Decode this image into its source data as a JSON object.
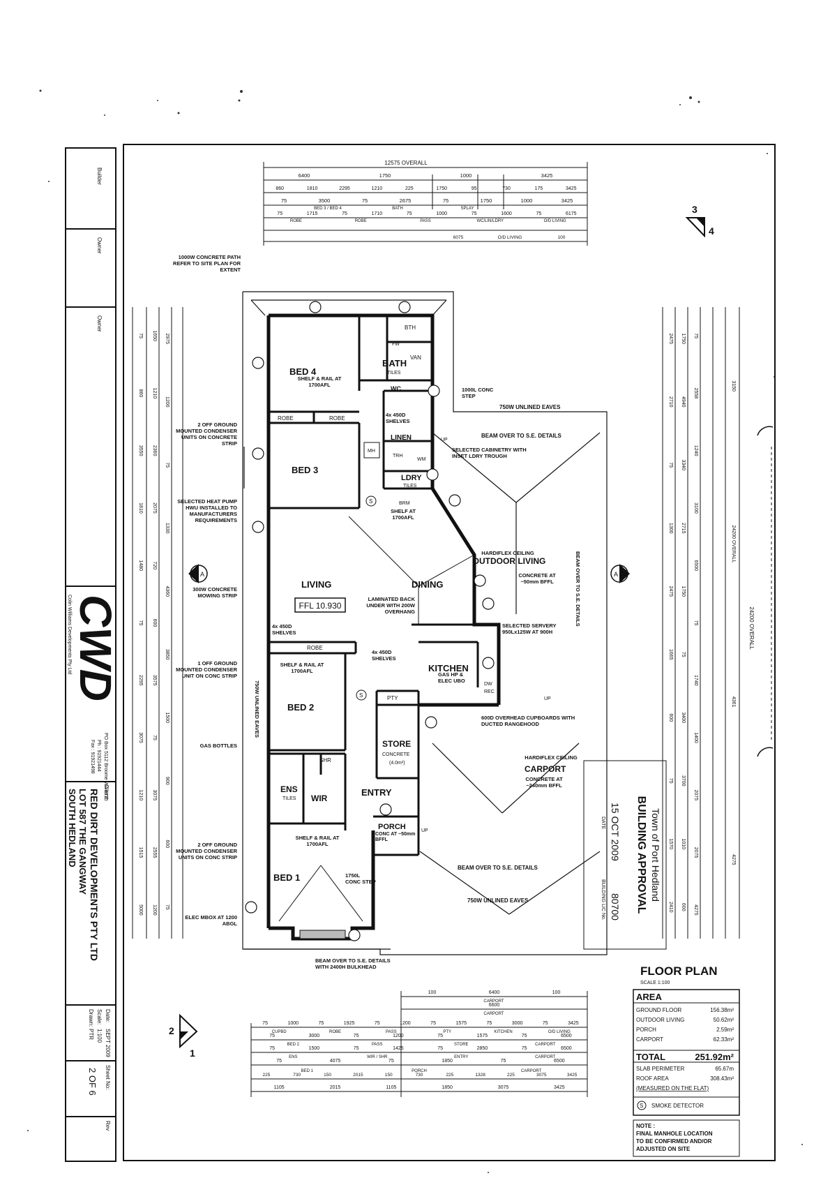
{
  "title_block": {
    "builder_label": "Builder",
    "owner_label": "Owner",
    "owner2_label": "Owner",
    "company_logo_text": "CWD",
    "company_name": "Colin Williams Developments Pty Ltd",
    "company_address": "PO Box 5112 Broome WA 6725",
    "company_ph": "Ph : 91921444",
    "company_fax": "Fax : 91921498",
    "client_label": "Client",
    "client_line1": "RED DIRT DEVELOPMENTS PTY LTD",
    "client_line2": "LOT 587 THE GANGWAY",
    "client_line3": "SOUTH HEDLAND",
    "date_label": "Date:",
    "date_value": "SEPT 2009",
    "scale_label": "Scale:",
    "scale_value": "1:100",
    "drawn_label": "Drawn:",
    "drawn_value": "PTR",
    "sheet_label": "Sheet No:",
    "sheet_value": "2 OF 6",
    "rev_label": "Rev"
  },
  "plan": {
    "overall_top": "12575 OVERALL",
    "overall_right": "24200 OVERALL",
    "rooms": {
      "bed4": "BED 4",
      "bath": "BATH",
      "bath_tiles": "TILES",
      "bth": "BTH",
      "van": "VAN",
      "wc": "WC",
      "bed3": "BED 3",
      "linen": "LINEN",
      "ldry": "LDRY",
      "ldry_tiles": "TILES",
      "living": "LIVING",
      "dining": "DINING",
      "kitchen": "KITCHEN",
      "bed2": "BED 2",
      "store": "STORE",
      "store_conc": "CONCRETE",
      "store_area": "(4.0m²)",
      "ens": "ENS",
      "ens_tiles": "TILES",
      "wir": "WIR",
      "entry": "ENTRY",
      "porch": "PORCH",
      "bed1": "BED 1",
      "outdoor_living": "OUTDOOR LIVING",
      "carport": "CARPORT",
      "robe": "ROBE",
      "pty": "PTY",
      "shr": "SHR",
      "mh": "MH",
      "brm": "BRM",
      "wm": "WM",
      "trough": "TRH"
    },
    "ffl": "FFL 10.930",
    "notes": {
      "path": "1000W CONCRETE PATH REFER TO SITE PLAN FOR EXTENT",
      "condenser_top": "2 OFF GROUND MOUNTED CONDENSER UNITS ON CONCRETE STRIP",
      "heat_pump": "SELECTED HEAT PUMP HWU INSTALLED TO MANUFACTURERS REQUIREMENTS",
      "mowing": "300W CONCRETE MOWING STRIP",
      "condenser_mid": "1 OFF GROUND MOUNTED CONDENSER UNIT ON CONC STRIP",
      "gas": "GAS BOTTLES",
      "condenser_bottom": "2 OFF GROUND MOUNTED CONDENSER UNITS ON CONC STRIP",
      "elec": "ELEC MBOX AT 1200 ABGL",
      "beam_bulkhead": "BEAM OVER TO S.E. DETAILS WITH 2400H BULKHEAD",
      "conc_step_top": "1000L CONC STEP",
      "eaves_top": "750W UNLINED EAVES",
      "beam_top": "BEAM OVER TO S.E. DETAILS",
      "cabinetry": "SELECTED CABINETRY WITH INSET LDRY TROUGH",
      "hardiflex_ol": "HARDIFLEX CEILING",
      "ol_conc": "CONCRETE AT ~50mm BFFL",
      "laminated": "LAMINATED BACK UNDER WITH 200W OVERHANG",
      "servery": "SELECTED SERVERY 950Lx125W AT 900H",
      "shelves1": "4x 450D SHELVES",
      "shelves2": "4x 450D SHELVES",
      "shelves3": "4x 450D SHELVES",
      "shelf_rail1": "SHELF & RAIL AT 1700AFL",
      "shelf_rail2": "SHELF & RAIL AT 1700AFL",
      "shelf_rail3": "SHELF & RAIL AT 1700AFL",
      "shelf_ldry": "SHELF AT 1700AFL",
      "gas_hp": "GAS HP & ELEC UBO",
      "overhead": "600D OVERHEAD CUPBOARDS WITH DUCTED RANGEHOOD",
      "hardiflex_cp": "HARDIFLEX CEILING",
      "cp_conc": "CONCRETE AT ~240mm BFFL",
      "porch_conc": "CONC AT ~50mm BFFL",
      "conc_step_bottom": "1750L CONC STEP",
      "beam_bottom": "BEAM OVER TO S.E. DETAILS",
      "eaves_bottom": "750W UNLINED EAVES",
      "eaves_left": "750W UNLINED EAVES",
      "beam_right": "BEAM OVER TO S.E. DETAILS",
      "dw": "DW",
      "rec": "REC",
      "up": "UP",
      "ufw": "FW"
    },
    "stamp": {
      "council": "Town of Port Hedland",
      "title": "BUILDING APPROVAL",
      "date": "15 OCT 2009",
      "number": "80700",
      "date_label": "DATE",
      "lic_label": "BUILDING LIC No."
    }
  },
  "legend": {
    "title": "FLOOR PLAN",
    "scale": "SCALE 1:100",
    "area_title": "AREA",
    "rows": [
      {
        "label": "GROUND FLOOR",
        "value": "156.38m²"
      },
      {
        "label": "OUTDOOR LIVING",
        "value": "50.62m²"
      },
      {
        "label": "PORCH",
        "value": "2.59m²"
      },
      {
        "label": "CARPORT",
        "value": "62.33m²"
      }
    ],
    "total_label": "TOTAL",
    "total_value": "251.92m²",
    "slab_label": "SLAB PERIMETER",
    "slab_value": "65.67m",
    "roof_label": "ROOF AREA",
    "roof_value": "308.43m²",
    "measured": "(MEASURED ON THE FLAT)",
    "smoke_symbol": "S",
    "smoke_label": "SMOKE DETECTOR",
    "note_title": "NOTE :",
    "note_text1": "FINAL MANHOLE LOCATION",
    "note_text2": "TO BE CONFIRMED AND/OR",
    "note_text3": "ADJUSTED ON SITE"
  },
  "markers": {
    "sec_top_a": "3",
    "sec_top_b": "4",
    "sec_bot_a": "2",
    "sec_bot_b": "1",
    "sec_left": "A",
    "sec_right": "A"
  },
  "dims_top": {
    "row1": [
      "6400",
      "1750",
      "1000",
      "3425"
    ],
    "row2": [
      "860",
      "1810",
      "2295",
      "1210",
      "225",
      "1750",
      "95",
      "730",
      "175",
      "3425"
    ],
    "row3": [
      "75",
      "3500",
      "75",
      "2675",
      "75",
      "1750",
      "1000",
      "3425"
    ],
    "row3_sub": [
      "BED 3 / BED 4",
      "BATH",
      "SPLAY"
    ],
    "row4": [
      "75",
      "1715",
      "75",
      "1710",
      "75",
      "1000",
      "75",
      "1600",
      "75",
      "6175"
    ],
    "row4_sub": [
      "ROBE",
      "ROBE",
      "PASS",
      "WC/LIN/LDRY",
      "O/D LIVING"
    ],
    "row5": [
      "6075",
      "O/D LIVING",
      "100"
    ]
  },
  "dims_bottom": {
    "row1": [
      "100",
      "6400",
      "100"
    ],
    "row1_sub": "CARPORT",
    "row2": [
      "6600"
    ],
    "row2_sub": "CARPORT",
    "row3": [
      "75",
      "1000",
      "75",
      "1925",
      "75",
      "1200",
      "75",
      "1575",
      "75",
      "3000",
      "75",
      "3425"
    ],
    "row3_sub": [
      "CUPBD",
      "ROBE",
      "PASS",
      "PTY",
      "KITCHEN",
      "O/D LIVING"
    ],
    "row4": [
      "75",
      "3000",
      "75",
      "1200",
      "75",
      "1575",
      "75",
      "6500"
    ],
    "row4_sub": [
      "BED 2",
      "PASS",
      "STORE",
      "CARPORT"
    ],
    "row5": [
      "75",
      "1500",
      "75",
      "1425",
      "75",
      "2850",
      "75",
      "6500"
    ],
    "row5_sub": [
      "ENS",
      "WIR / SHR",
      "ENTRY",
      "CARPORT"
    ],
    "row6": [
      "75",
      "4075",
      "75",
      "1850",
      "75",
      "6500"
    ],
    "row6_sub": [
      "BED 1",
      "PORCH",
      "CARPORT"
    ],
    "row7": [
      "225",
      "730",
      "150",
      "2015",
      "150",
      "730",
      "225",
      "1328",
      "225",
      "3075",
      "3425"
    ],
    "row8": [
      "1105",
      "2015",
      "1105",
      "1850",
      "3075",
      "3425"
    ]
  },
  "dims_left": [
    "75",
    "860",
    "3550",
    "1810",
    "1480",
    "75",
    "2295",
    "3075",
    "1210",
    "1515",
    "5000",
    "1650",
    "1210",
    "2360",
    "2075",
    "720",
    "600",
    "3575",
    "75",
    "3075",
    "2555",
    "1200",
    "2975",
    "1200",
    "75",
    "1330",
    "4360",
    "3850",
    "1500",
    "900",
    "600",
    "75"
  ],
  "dims_right_a": [
    "2475",
    "2710",
    "75",
    "1300",
    "2475",
    "1665",
    "600",
    "75",
    "1570",
    "2410",
    "1750",
    "4940",
    "3340",
    "2715",
    "1750",
    "75",
    "3400",
    "3700",
    "1010",
    "600",
    "75",
    "2558",
    "1240",
    "3100",
    "6500",
    "75",
    "1740",
    "1400",
    "2075",
    "2075",
    "4275"
  ],
  "dims_right_b": [
    "3150",
    "24200 OVERALL",
    "4361",
    "4275"
  ]
}
